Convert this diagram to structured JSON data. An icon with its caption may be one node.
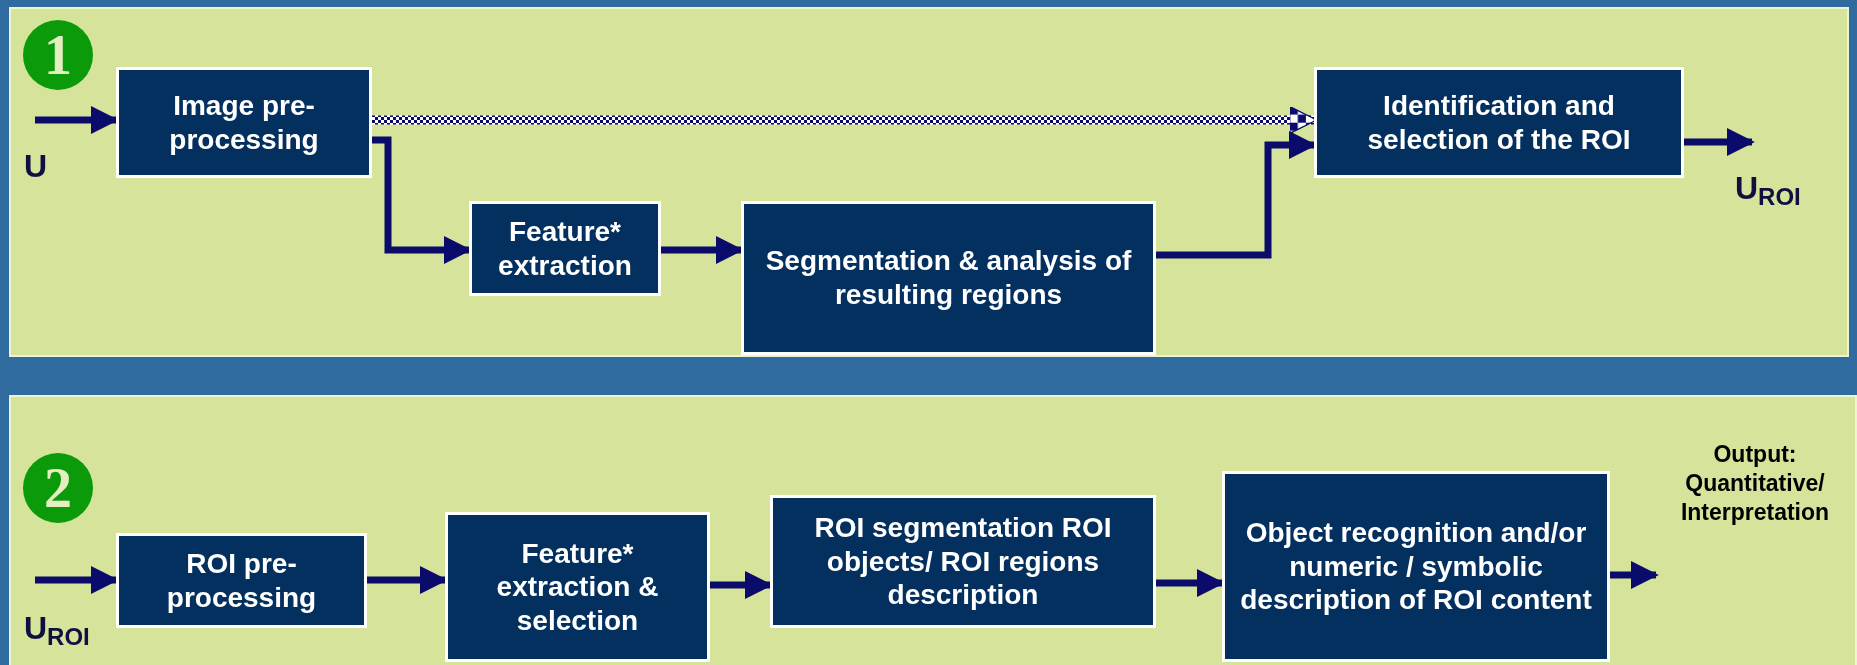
{
  "diagram": {
    "nodes": [
      {
        "text": [
          "1"
        ]
      },
      {
        "text": [
          "Image pre- processing"
        ]
      },
      {
        "text": [
          "Feature* extraction"
        ]
      },
      {
        "text": [
          "Segmentation & analysis of resulting regions"
        ]
      },
      {
        "text": [
          "Identification and selection of the ROI"
        ]
      },
      {
        "text": [
          "2"
        ]
      },
      {
        "text": [
          "ROI pre- processing"
        ]
      },
      {
        "text": [
          "Feature* extraction & selection"
        ]
      },
      {
        "text": [
          "ROI segmentation ROI objects/ ROI regions description"
        ]
      },
      {
        "text": [
          "Object recognition and/or numeric / symbolic description of ROI content"
        ]
      },
      {
        "text": [
          "Output: Quantitative/ Interpretation"
        ]
      }
    ],
    "edges": [
      {
        "from": null,
        "to": 1,
        "arrow": "to"
      },
      {
        "from": 1,
        "to": 4,
        "arrow": "to",
        "style": "dashed"
      },
      {
        "from": 1,
        "to": 2,
        "arrow": "to"
      },
      {
        "from": 2,
        "to": 3,
        "arrow": "to"
      },
      {
        "from": 3,
        "to": 4,
        "arrow": "to"
      },
      {
        "from": 4,
        "to": null,
        "arrow": "to"
      },
      {
        "from": null,
        "to": 6,
        "arrow": "to"
      },
      {
        "from": 6,
        "to": 7,
        "arrow": "to"
      },
      {
        "from": 7,
        "to": 8,
        "arrow": "to"
      },
      {
        "from": 8,
        "to": 9,
        "arrow": "to"
      },
      {
        "from": 9,
        "to": 10,
        "arrow": "to"
      }
    ],
    "labels": [
      "U",
      "U$_{ROI}$",
      "U$_{ROI}$"
    ]
  }
}
